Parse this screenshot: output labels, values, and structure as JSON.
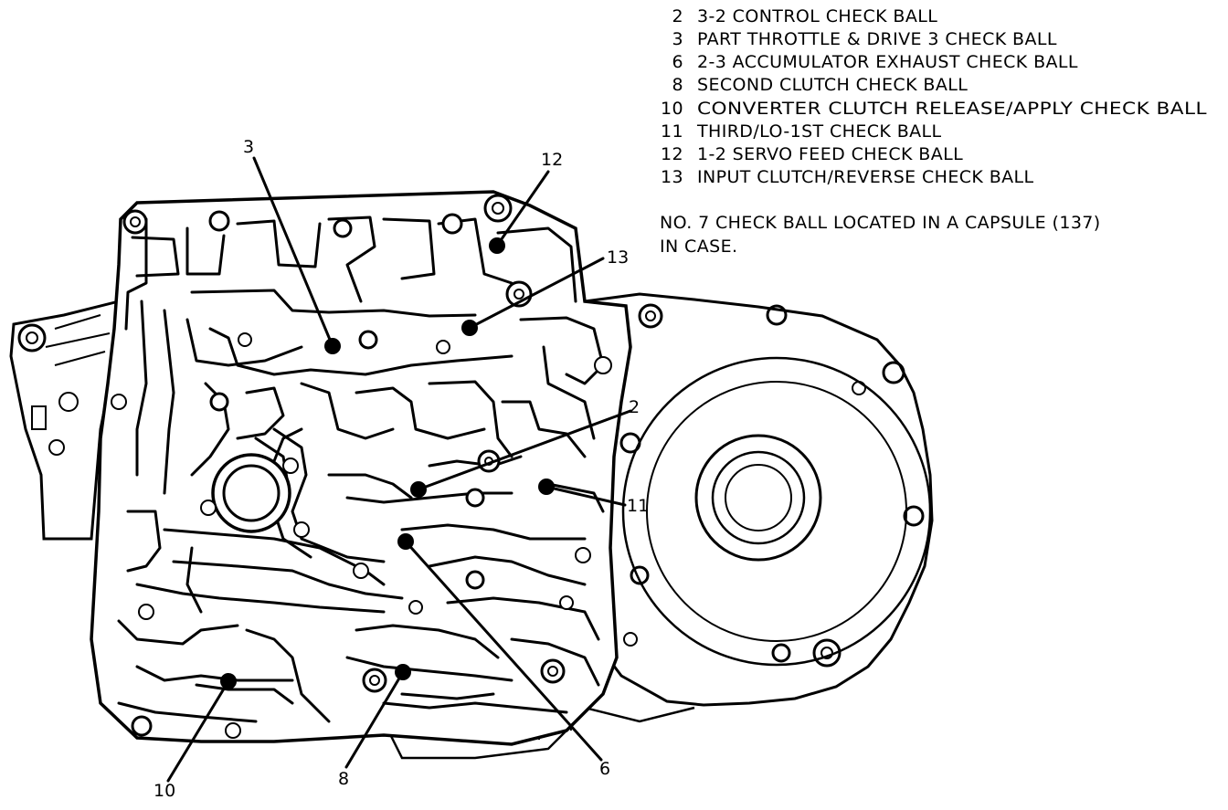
{
  "legend": {
    "items": [
      {
        "number": "2",
        "text": "3-2 CONTROL CHECK BALL"
      },
      {
        "number": "3",
        "text": "PART THROTTLE & DRIVE 3 CHECK BALL"
      },
      {
        "number": "6",
        "text": "2-3 ACCUMULATOR EXHAUST CHECK BALL"
      },
      {
        "number": "8",
        "text": "SECOND CLUTCH CHECK BALL"
      },
      {
        "number": "10",
        "text": "CONVERTER CLUTCH RELEASE/APPLY CHECK BALL"
      },
      {
        "number": "11",
        "text": "THIRD/LO-1ST CHECK BALL"
      },
      {
        "number": "12",
        "text": "1-2 SERVO FEED CHECK BALL"
      },
      {
        "number": "13",
        "text": "INPUT CLUTCH/REVERSE CHECK BALL"
      }
    ]
  },
  "note": {
    "line1": "NO. 7 CHECK BALL LOCATED IN A CAPSULE (137)",
    "line2": "IN CASE."
  },
  "callouts": {
    "c3": "3",
    "c12": "12",
    "c13": "13",
    "c2": "2",
    "c11": "11",
    "c10": "10",
    "c8": "8",
    "c6": "6"
  }
}
